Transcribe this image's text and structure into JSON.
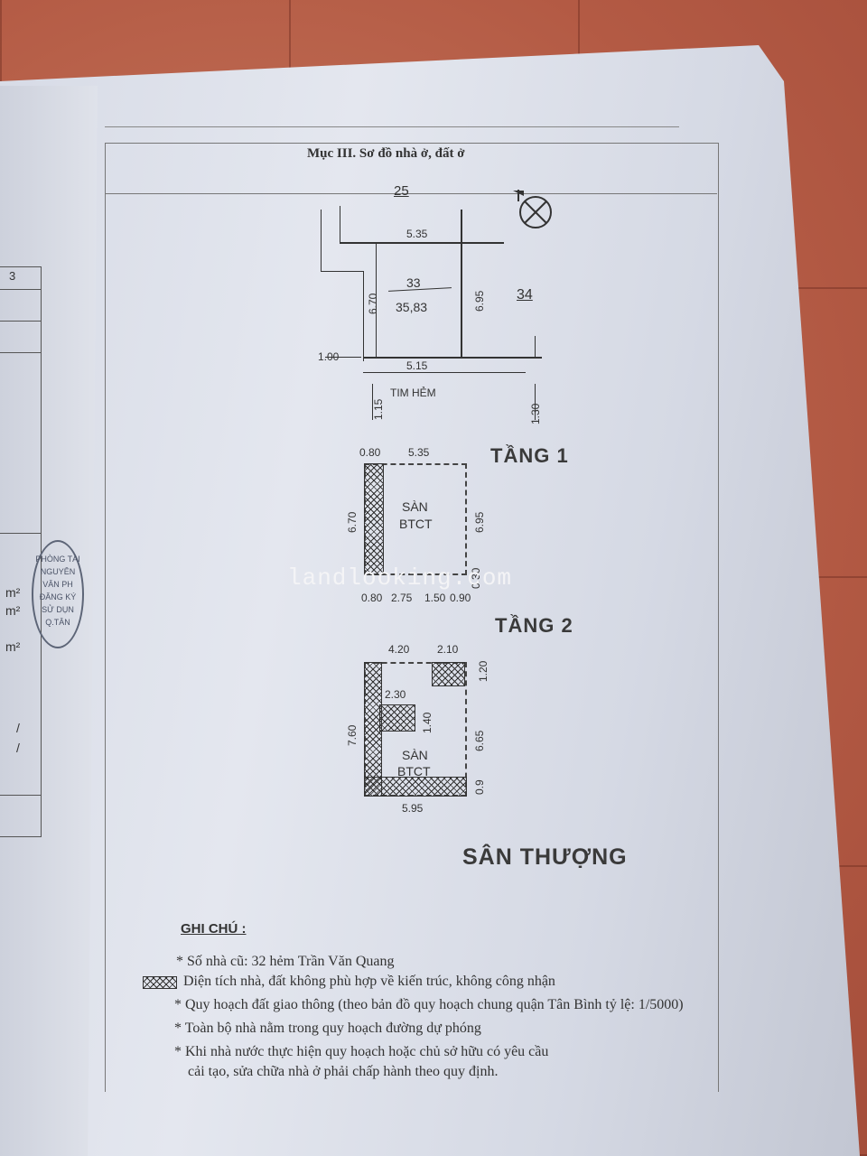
{
  "header": {
    "title": "Mục III. Sơ đồ nhà ở, đất ở"
  },
  "left_page": {
    "row_number": "3",
    "stamp_text": "PHÒNG TÀI NGUYÊN VĂN PH ĐĂNG KÝ SỬ DỤN Q.TÂN",
    "units": [
      "m²",
      "m²",
      "m²"
    ],
    "marks": [
      "/",
      "/"
    ]
  },
  "site_plan": {
    "neighbor_top": "25",
    "neighbor_right": "34",
    "lot_number": "33",
    "lot_area": "35,83",
    "dim_top": "5.35",
    "dim_left": "6.70",
    "dim_right": "6.95",
    "dim_bottom": "5.15",
    "dim_offset": "1.00",
    "dim_left_road": "1.15",
    "dim_right_road": "1.30",
    "road_label": "TIM HẺM"
  },
  "floor1": {
    "title": "TẦNG 1",
    "top_left": "0.80",
    "top": "5.35",
    "left": "6.70",
    "right": "6.95",
    "bottom_right_v": "0.30",
    "bottom": [
      "0.80",
      "2.75",
      "1.50",
      "0.90"
    ],
    "label_1": "SÀN",
    "label_2": "BTCT"
  },
  "floor2": {
    "title": "TẦNG 2",
    "top_a": "4.20",
    "top_b": "2.10",
    "right_top": "1.20",
    "left": "7.60",
    "inner_w": "2.30",
    "inner_h": "1.40",
    "right": "6.65",
    "right_bottom": "0.9",
    "bottom": "5.95",
    "label_1": "SÀN",
    "label_2": "BTCT"
  },
  "roof": {
    "title": "SÂN THƯỢNG"
  },
  "notes": {
    "heading": "GHI CHÚ :",
    "items": [
      "* Số nhà cũ: 32 hẻm Trần Văn Quang",
      "Diện tích nhà, đất không phù hợp về kiến trúc, không công nhận",
      "* Quy hoạch đất giao thông (theo bản đồ quy hoạch chung quận Tân Bình tỷ lệ: 1/5000)",
      "* Toàn bộ nhà nằm trong quy hoạch đường dự phóng",
      "* Khi nhà nước thực hiện quy hoạch hoặc chủ sở hữu có yêu cầu",
      "cải tạo, sửa chữa nhà ở phải chấp hành theo quy định."
    ]
  },
  "watermark": "landlooking.com"
}
